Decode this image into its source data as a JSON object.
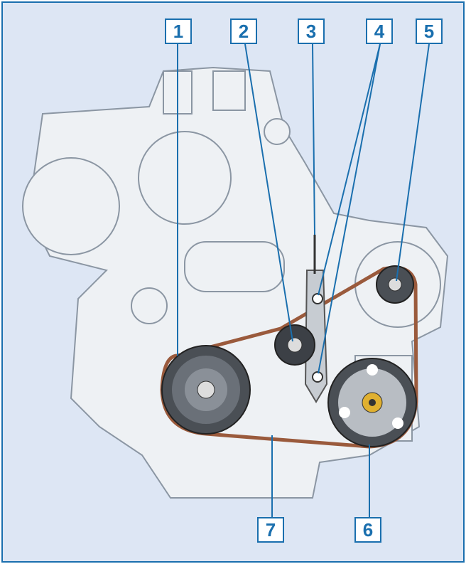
{
  "callouts": {
    "c1": "1",
    "c2": "2",
    "c3": "3",
    "c4": "4",
    "c5": "5",
    "c6": "6",
    "c7": "7"
  },
  "colors": {
    "background": "#dde6f4",
    "callout_blue": "#1a6fae",
    "belt": "#9a5a3c",
    "engine": "#eef1f4",
    "engine_outline": "#8b96a3"
  }
}
